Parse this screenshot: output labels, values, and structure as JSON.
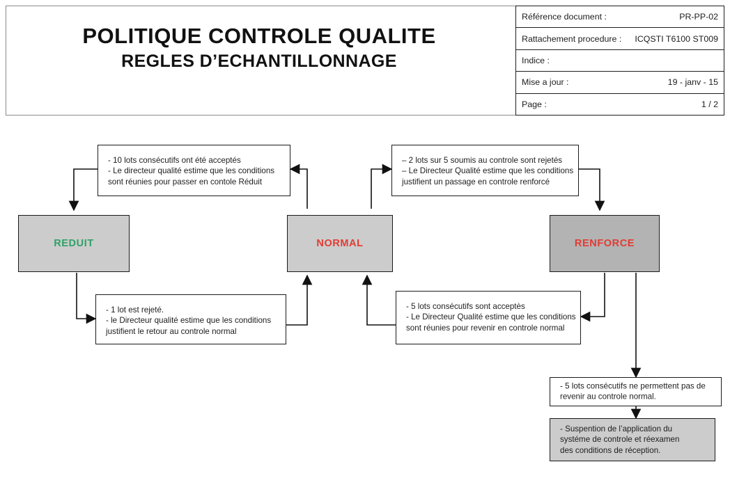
{
  "header": {
    "title": "POLITIQUE CONTROLE QUALITE",
    "subtitle": "REGLES D’ECHANTILLONNAGE",
    "meta_rows": [
      {
        "label": "Référence document :",
        "value": "PR-PP-02"
      },
      {
        "label": "Rattachement procedure :",
        "value": "ICQSTI T6100 ST009"
      },
      {
        "label": "Indice :",
        "value": ""
      },
      {
        "label": "Mise a jour :",
        "value": "19 - janv - 15"
      },
      {
        "label": "Page :",
        "value": "1 / 2"
      }
    ]
  },
  "diagram": {
    "states": [
      {
        "id": "reduit",
        "label": "REDUIT",
        "color": "#2fa268",
        "fill": "#cccccc"
      },
      {
        "id": "normal",
        "label": "NORMAL",
        "color": "#e23b33",
        "fill": "#cccccc"
      },
      {
        "id": "renforce",
        "label": "RENFORCE",
        "color": "#e23b33",
        "fill": "#b3b3b3"
      }
    ],
    "notes": {
      "to_reduit": "- 10 lots consécutifs ont été acceptés\n- Le directeur qualité estime que les conditions\nsont  réunies pour passer en contole Réduit",
      "to_renforce": "– 2 lots sur 5 soumis au controle sont rejetés\n– Le Directeur Qualité estime que les conditions\njustifient un passage en controle renforcé",
      "reduit_to_normal": "- 1 lot est rejeté.\n- le Directeur qualité estime que les conditions\njustifient le retour au controle normal",
      "renforce_to_normal": "- 5 lots consécutifs sont acceptès\n- Le Directeur Qualité estime que les conditions\nsont réunies pour revenir en controle normal",
      "no_return": "- 5 lots consécutifs ne permettent pas de\n revenir au controle normal.",
      "suspension": "- Suspention de l’application du\nsystéme de controle et réexamen\ndes conditions de réception."
    }
  }
}
